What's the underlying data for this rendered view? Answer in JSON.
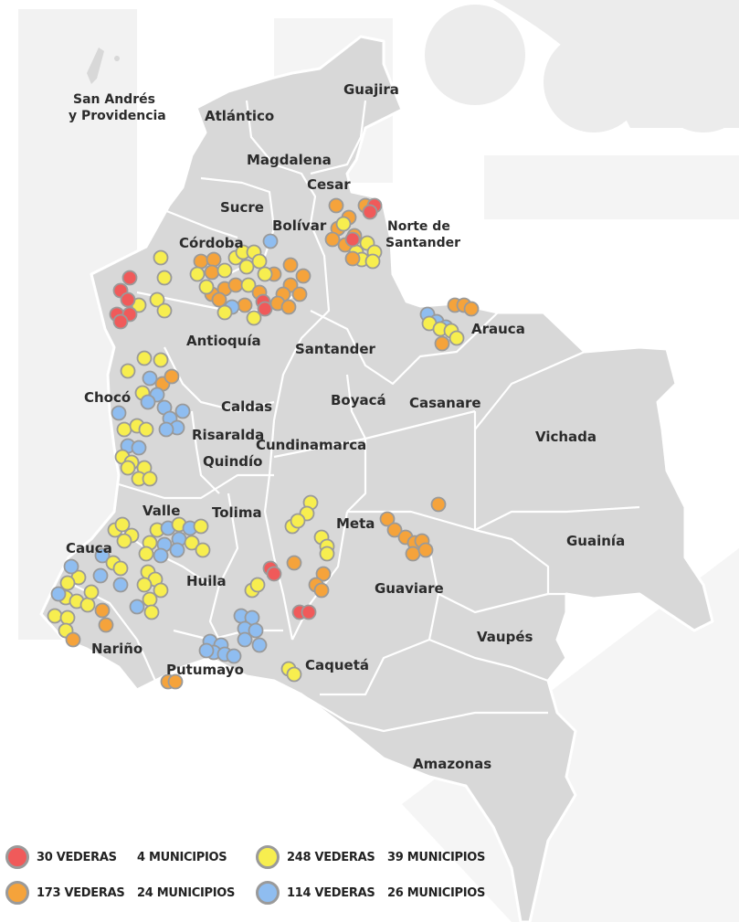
{
  "colors": {
    "red": "#f05a5a",
    "orange": "#f5a33b",
    "yellow": "#f7ee4f",
    "blue": "#8fbdf0",
    "land": "#d8d8d8",
    "border": "#ffffff",
    "watermark": "#ececec"
  },
  "labels": {
    "san_andres_1": "San Andrés",
    "san_andres_2": "y Providencia",
    "guajira": "Guajira",
    "atlantico": "Atlántico",
    "magdalena": "Magdalena",
    "cesar": "Cesar",
    "sucre": "Sucre",
    "bolivar": "Bolívar",
    "norte_1": "Norte de",
    "norte_2": "Santander",
    "cordoba": "Córdoba",
    "antioquia": "Antioquía",
    "santander": "Santander",
    "arauca": "Arauca",
    "choco": "Chocó",
    "caldas": "Caldas",
    "boyaca": "Boyacá",
    "casanare": "Casanare",
    "risaralda": "Risaralda",
    "cundinamarca": "Cundinamarca",
    "vichada": "Vichada",
    "quindio": "Quindío",
    "valle": "Valle",
    "tolima": "Tolima",
    "meta": "Meta",
    "cauca": "Cauca",
    "guainia": "Guainía",
    "huila": "Huila",
    "guaviare": "Guaviare",
    "vaupes": "Vaupés",
    "narino": "Nariño",
    "putumayo": "Putumayo",
    "caqueta": "Caquetá",
    "amazonas": "Amazonas"
  },
  "legend": [
    {
      "color": "red",
      "veredas": "30 VEDERAS",
      "municipios": "4 MUNICIPIOS"
    },
    {
      "color": "orange",
      "veredas": "173 VEDERAS",
      "municipios": "24 MUNICIPIOS"
    },
    {
      "color": "yellow",
      "veredas": "248 VEDERAS",
      "municipios": "39 MUNICIPIOS"
    },
    {
      "color": "blue",
      "veredas": "114 VEDERAS",
      "municipios": "26 MUNICIPIOS"
    }
  ]
}
